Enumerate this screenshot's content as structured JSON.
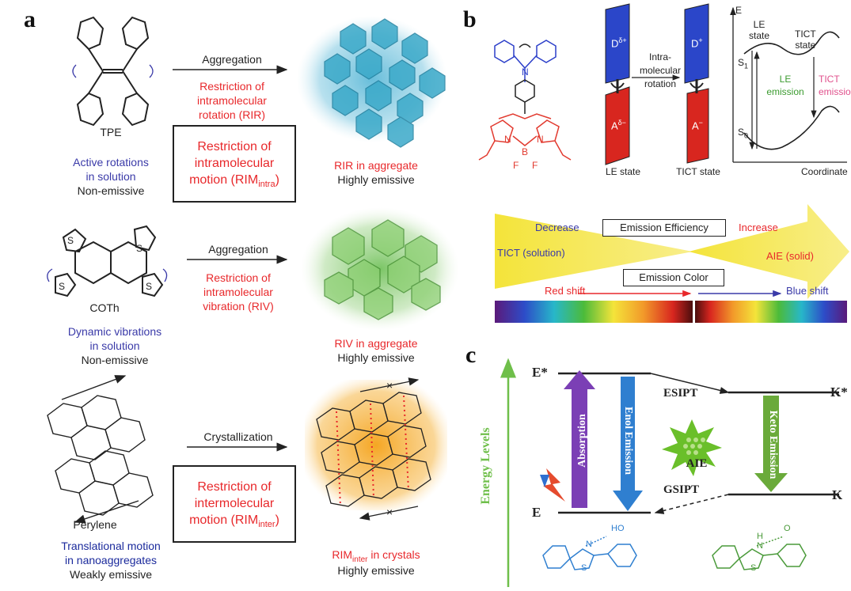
{
  "panel_a": {
    "letter": "a",
    "row1": {
      "molecule": "TPE",
      "state_colored": "Active rotations\nin solution",
      "state_plain": "Non-emissive",
      "arrow_label": "Aggregation",
      "mechanism": "Restriction of\nintramolecular\nrotation (RIR)",
      "box_main": "Restriction of\nintramolecular\nmotion (RIM",
      "box_sub": "intra",
      "box_end": ")",
      "result_colored": "RIR in aggregate",
      "result_plain": "Highly emissive"
    },
    "row2": {
      "molecule": "COTh",
      "state_colored": "Dynamic vibrations\nin solution",
      "state_plain": "Non-emissive",
      "arrow_label": "Aggregation",
      "mechanism": "Restriction of\nintramolecular\nvibration (RIV)",
      "result_colored": "RIV in aggregate",
      "result_plain": "Highly emissive"
    },
    "row3": {
      "molecule": "Perylene",
      "state_colored": "Translational motion\nin nanoaggregates",
      "state_plain": "Weakly emissive",
      "arrow_label": "Crystallization",
      "box_main": "Restriction of\nintermolecular\nmotion (RIM",
      "box_sub": "inter",
      "box_end": ")",
      "result_colored_main": "RIM",
      "result_colored_sub": "inter",
      "result_colored_end": " in crystals",
      "result_plain": "Highly emissive"
    }
  },
  "panel_b": {
    "letter": "b",
    "donor_le": "D",
    "donor_le_sup": "δ+",
    "acceptor_le": "A",
    "acceptor_le_sup": "δ−",
    "donor_tict": "D",
    "donor_tict_sup": "+",
    "acceptor_tict": "A",
    "acceptor_tict_sup": "−",
    "rotation_label": "Intra-\nmolecular\nrotation",
    "le_state_label": "LE state",
    "tict_state_label": "TICT state",
    "energy_axis": "E",
    "coordinate_axis": "Coordinate",
    "le_state_curve": "LE\nstate",
    "tict_state_curve": "TICT\nstate",
    "s1": "S",
    "s1_sub": "1",
    "s0": "S",
    "s0_sub": "0",
    "le_emission": "LE\nemission",
    "tict_emission": "TICT\nemission",
    "decrease": "Decrease",
    "increase": "Increase",
    "emission_efficiency": "Emission Efficiency",
    "tict_solution": "TICT (solution)",
    "aie_solid": "AIE (solid)",
    "emission_color": "Emission Color",
    "red_shift": "Red shift",
    "blue_shift": "Blue shift",
    "atoms": {
      "N": "N",
      "B": "B",
      "F": "F"
    }
  },
  "panel_c": {
    "letter": "c",
    "axis": "Energy Levels",
    "e_star": "E*",
    "e": "E",
    "k_star": "K*",
    "k": "K",
    "esipt": "ESIPT",
    "gsipt": "GSIPT",
    "absorption": "Absorption",
    "enol_emission": "Enol Emission",
    "keto_emission": "Keto Emission",
    "aie": "AIE",
    "atoms": {
      "N": "N",
      "S": "S",
      "HO": "HO",
      "H": "H",
      "O": "O"
    }
  },
  "colors": {
    "red": "#e8282b",
    "blue_text": "#3a3aa8",
    "cyan_aggregate": "#3aa9c9",
    "green_aggregate": "#5fb845",
    "orange_crystal": "#f5a623",
    "bodipy_red": "#e23a2f",
    "amine_blue": "#2b3ec9",
    "absorption_purple": "#7b3fb5",
    "enol_blue": "#2f7fd0",
    "keto_green": "#6aaa3a",
    "axis_green": "#6fbf4a"
  }
}
